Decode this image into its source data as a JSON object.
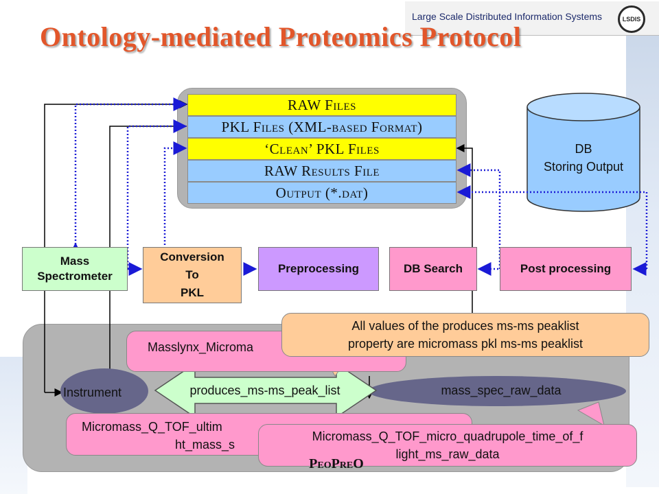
{
  "header": {
    "title": "Ontology-mediated Proteomics Protocol",
    "logo_text": "Large Scale Distributed Information Systems",
    "logo_seal": "LSDIS"
  },
  "files": [
    {
      "label": "RAW Files",
      "color": "#ffff00"
    },
    {
      "label": "PKL Files (XML-based Format)",
      "color": "#99ccff"
    },
    {
      "label": "‘Clean’ PKL Files",
      "color": "#ffff00"
    },
    {
      "label": "RAW Results File",
      "color": "#99ccff"
    },
    {
      "label": "Output (*.dat)",
      "color": "#99ccff"
    }
  ],
  "db": {
    "line1": "DB",
    "line2": "Storing Output"
  },
  "processes": {
    "mass_l1": "Mass",
    "mass_l2": "Spectrometer",
    "conv_l1": "Conversion",
    "conv_l2": "To",
    "conv_l3": "PKL",
    "pre": "Preprocessing",
    "dbsearch": "DB Search",
    "post": "Post processing"
  },
  "ontology": {
    "masslynx": "Masslynx_Microma",
    "instrument": "Instrument",
    "produces": "produces_ms-ms_peak_list",
    "raw_data": "mass_spec_raw_data",
    "qtof_l1": "Micromass_Q_TOF_ultim",
    "qtof_l1b": "ht_mass_s",
    "micro_l1": "Micromass_Q_TOF_micro_quadrupole_time_of_f",
    "micro_l2": "light_ms_raw_data",
    "callout_l1": "All values of the produces ms-ms peaklist",
    "callout_l2": "property are micromass pkl ms-ms peaklist",
    "footer": "PeoPreO"
  },
  "colors": {
    "title": "#e2562a",
    "dotted_arrow": "#1a1ad6",
    "panel_gray": "#b3b3b3",
    "pink": "#ff99cc",
    "instrument_oval": "#66668a",
    "callout": "#ffcc99"
  }
}
